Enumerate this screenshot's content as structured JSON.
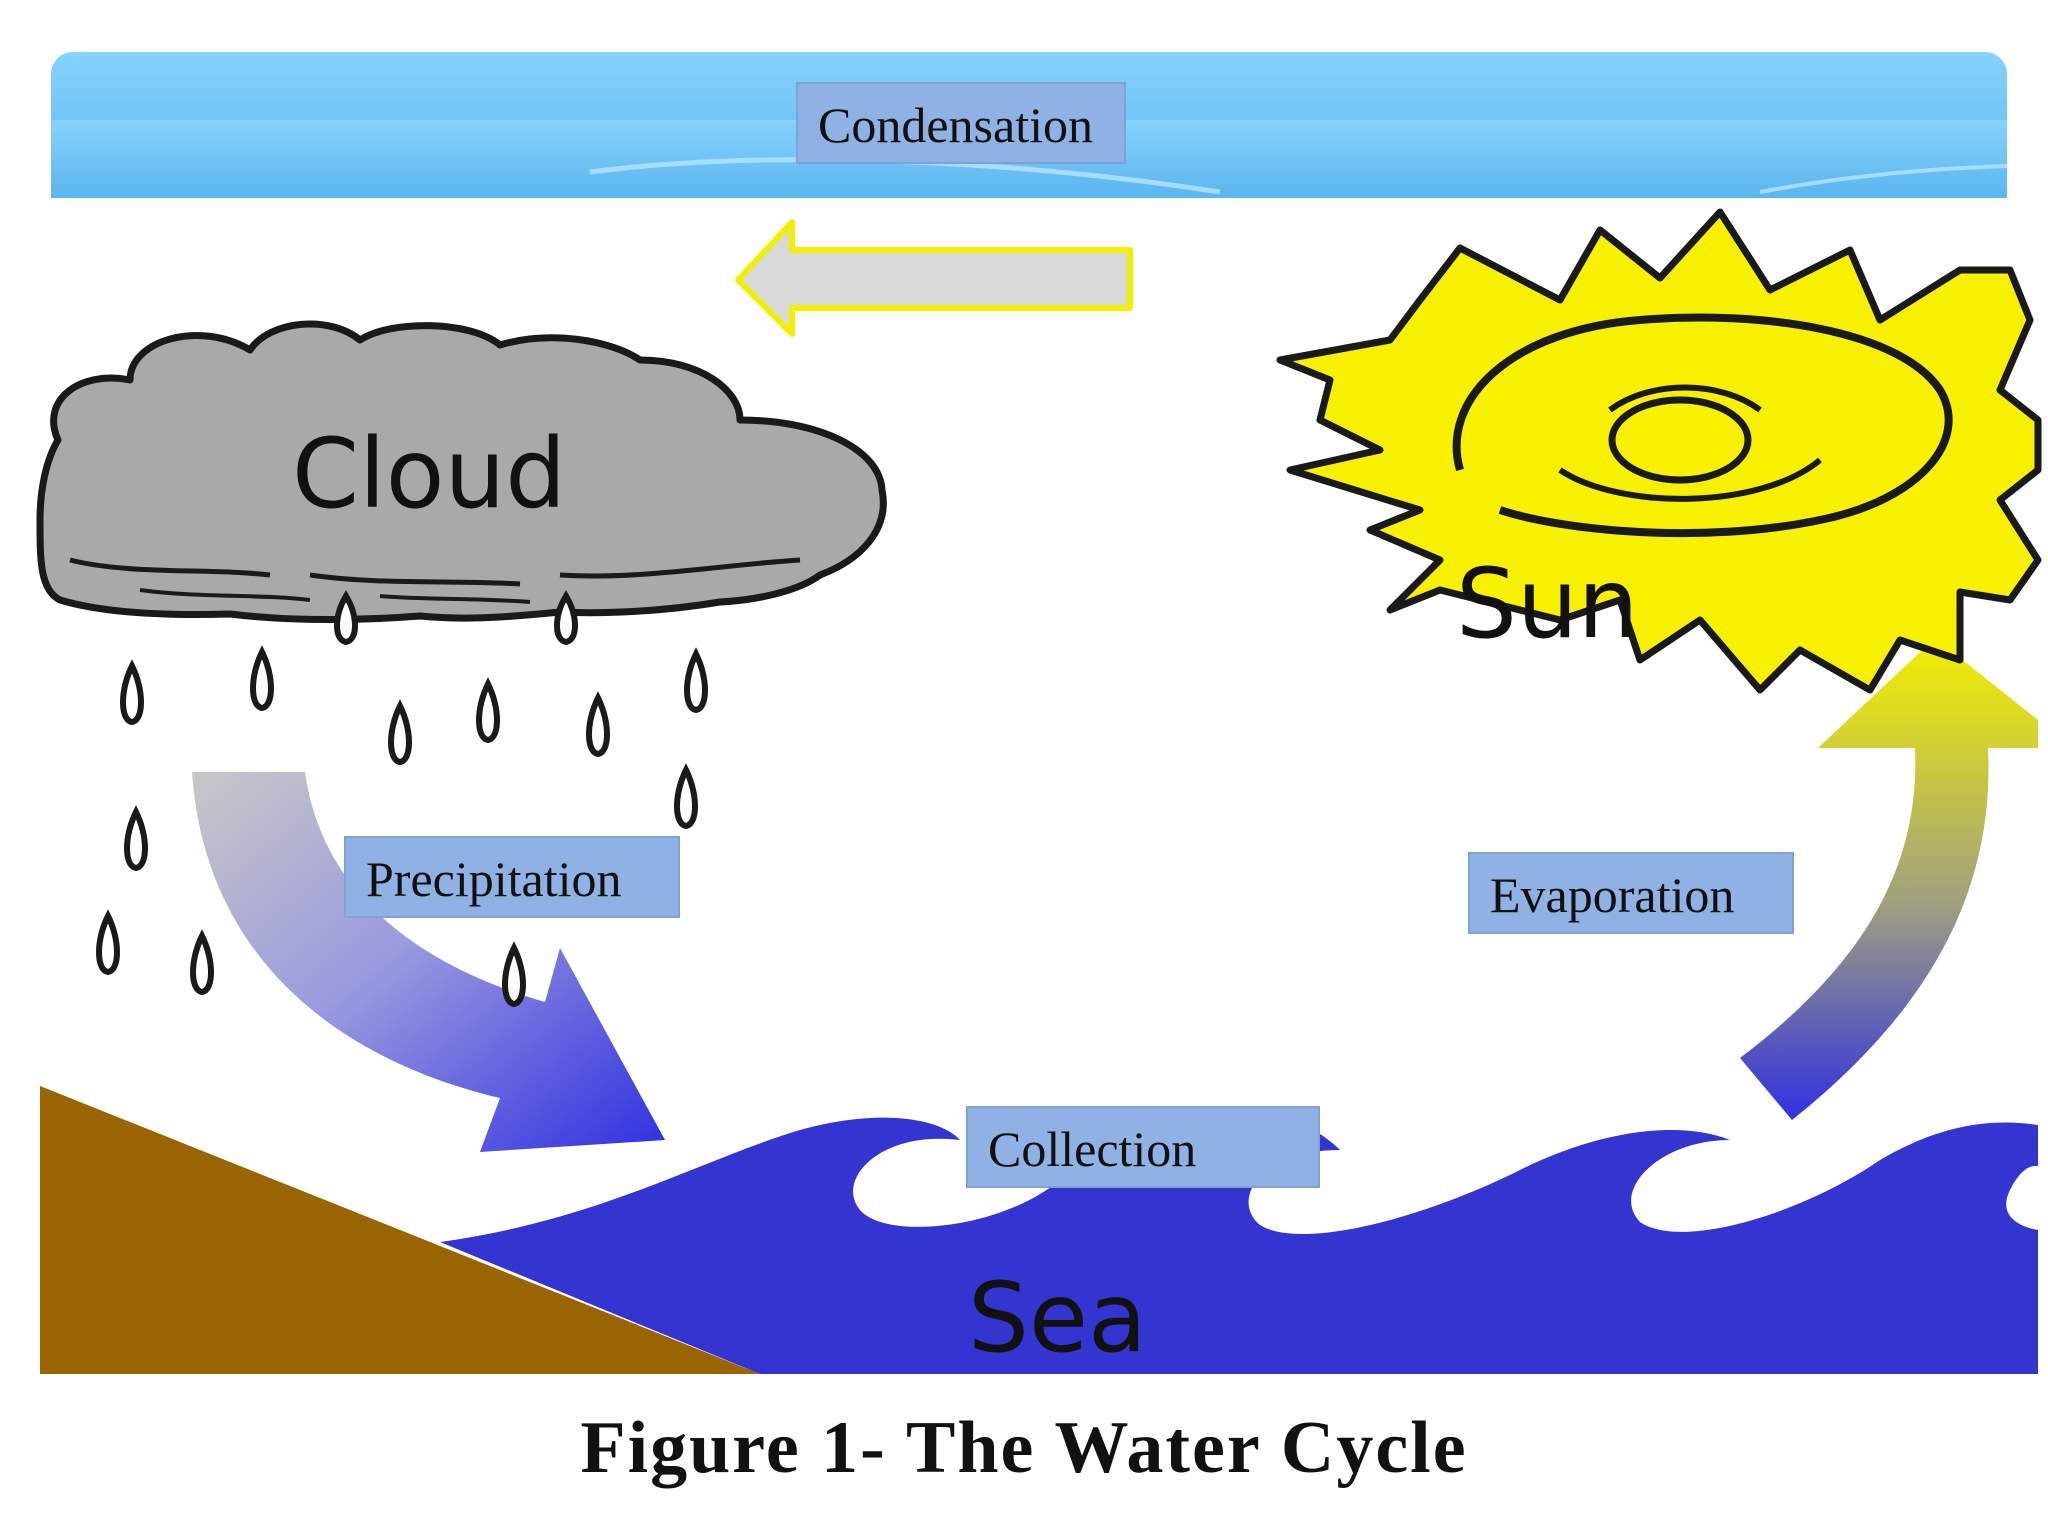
{
  "labels": {
    "condensation": "Condensation",
    "precipitation": "Precipitation",
    "evaporation": "Evaporation",
    "collection": "Collection"
  },
  "elements": {
    "cloud": "Cloud",
    "sun": "Sun",
    "sea": "Sea"
  },
  "caption": "Figure 1- The Water Cycle",
  "colors": {
    "sky_band": "#6cc4f5",
    "label_box": "#8fb1e3",
    "sea": "#3434d0",
    "land": "#9a6400",
    "sun": "#f7f000",
    "cloud": "#a9a9a9",
    "arrow_outline": "#f2f000"
  },
  "icons": {
    "cloud": "cloud-icon",
    "sun": "smiling-sun-icon",
    "raindrop": "raindrop-icon",
    "arrow_left": "arrow-left-icon",
    "arrow_curved_down": "curved-arrow-down-icon",
    "arrow_curved_up": "curved-arrow-up-icon"
  }
}
